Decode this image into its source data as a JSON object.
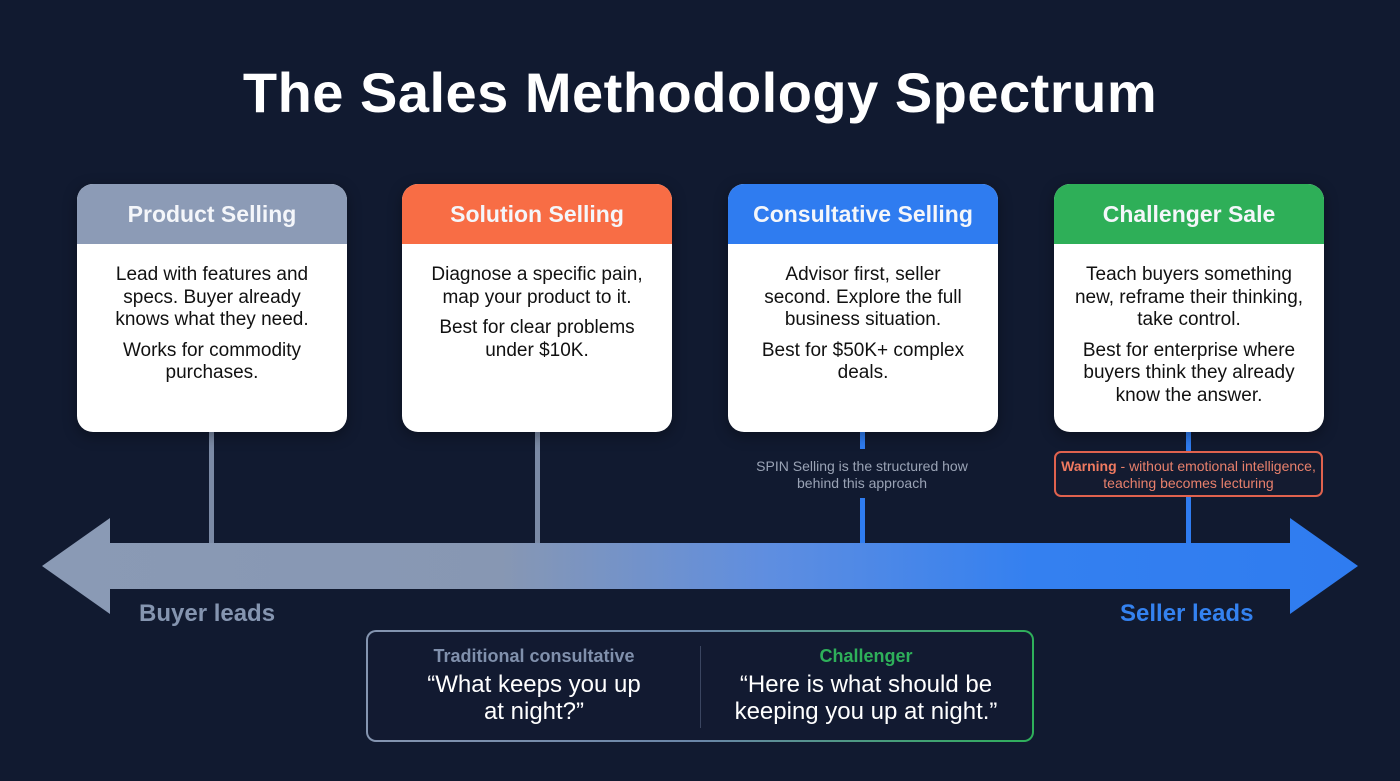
{
  "title": "The Sales Methodology Spectrum",
  "colors": {
    "background": "#111a30",
    "product": "#8c9bb6",
    "solution": "#f86d45",
    "consultative": "#2f7cf0",
    "challenger": "#2eaf58",
    "warning": "#e0624e"
  },
  "cards": [
    {
      "title": "Product Selling",
      "line1": "Lead with features and specs. Buyer already knows what they need.",
      "line2": "Works for commodity purchases."
    },
    {
      "title": "Solution Selling",
      "line1": "Diagnose a specific pain, map your product to it.",
      "line2": "Best for clear problems under $10K."
    },
    {
      "title": "Consultative Selling",
      "line1": "Advisor first, seller second. Explore the full business situation.",
      "line2": "Best for $50K+ complex deals."
    },
    {
      "title": "Challenger Sale",
      "line1": "Teach buyers something new, reframe their thinking, take control.",
      "line2": "Best for enterprise where buyers think they already know the answer."
    }
  ],
  "spin_note": "SPIN Selling is the structured how behind this approach",
  "warning": {
    "label": "Warning",
    "text": " - without emotional intelligence, teaching becomes lecturing"
  },
  "axis": {
    "left_label": "Buyer leads",
    "right_label": "Seller leads"
  },
  "comparison": {
    "left": {
      "heading": "Traditional consultative",
      "quote": "“What keeps you up at night?”"
    },
    "right": {
      "heading": "Challenger",
      "quote": "“Here is what should be keeping you up at night.”"
    }
  }
}
